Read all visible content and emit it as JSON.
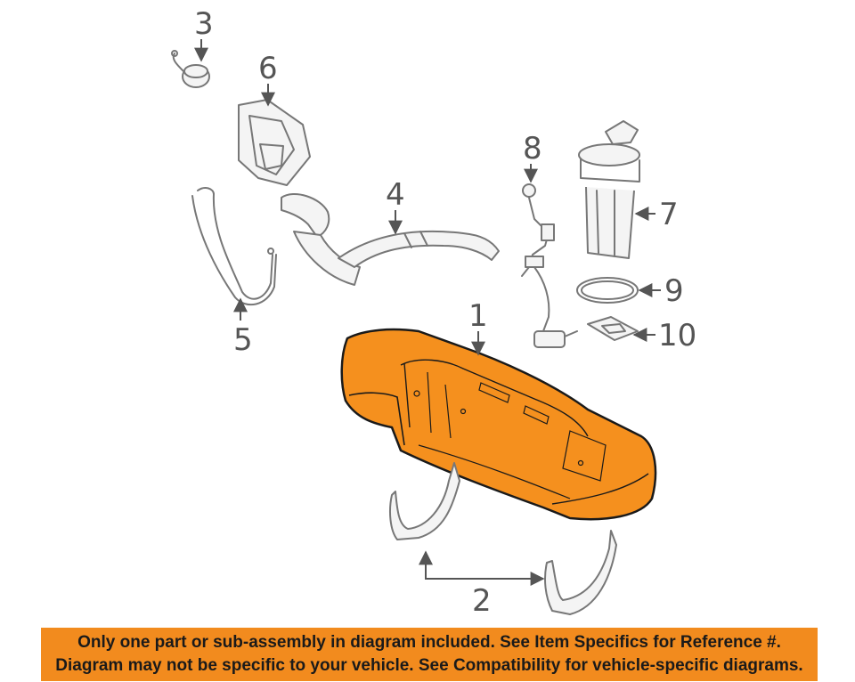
{
  "callouts": {
    "c1": "1",
    "c2": "2",
    "c3": "3",
    "c4": "4",
    "c5": "5",
    "c6": "6",
    "c7": "7",
    "c8": "8",
    "c9": "9",
    "c10": "10"
  },
  "highlight_color": "#f5901e",
  "banner_color": "#f28b1e",
  "disclaimer": {
    "line1": "Only one part or sub-assembly in diagram included. See Item Specifics for Reference #.",
    "line2": "Diagram may not be specific to your vehicle. See Compatibility for vehicle-specific diagrams."
  }
}
